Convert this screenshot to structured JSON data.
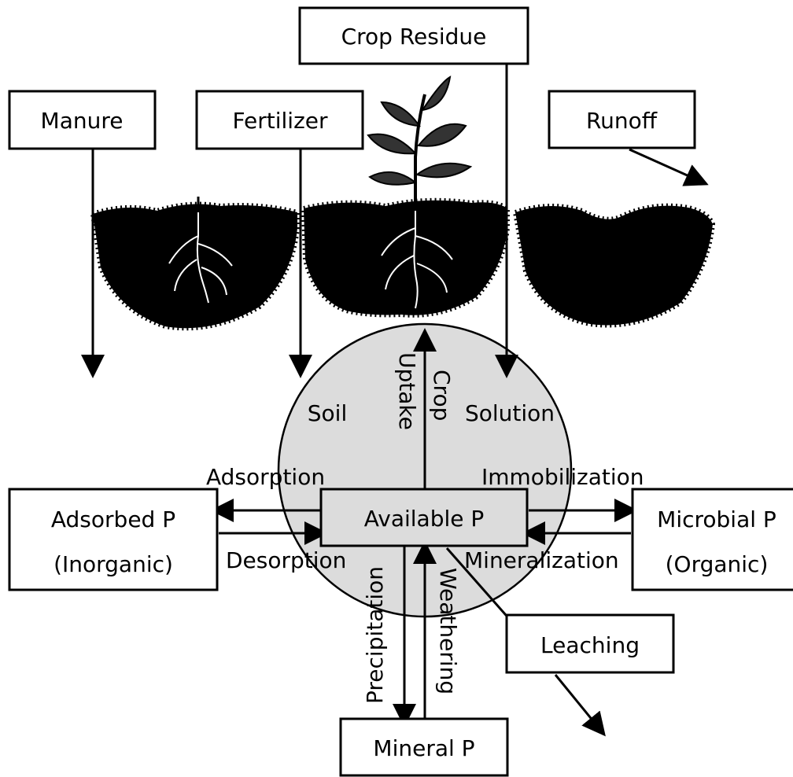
{
  "boxes": {
    "crop_residue": "Crop Residue",
    "manure": "Manure",
    "fertilizer": "Fertilizer",
    "runoff": "Runoff",
    "available_p": "Available P",
    "adsorbed_p": [
      "Adsorbed P",
      "(Inorganic)"
    ],
    "microbial_p": [
      "Microbial P",
      "(Organic)"
    ],
    "leaching": "Leaching",
    "mineral_p": "Mineral P"
  },
  "pool": {
    "soil": "Soil",
    "solution": "Solution"
  },
  "flows": {
    "crop_uptake": [
      "Crop",
      "Uptake"
    ],
    "adsorption": "Adsorption",
    "desorption": "Desorption",
    "immobilization": "Immobilization",
    "mineralization": "Mineralization",
    "precipitation": "Precipitation",
    "weathering": "Weathering"
  },
  "colors": {
    "soil_solution_fill": "#dcdcdc",
    "ink": "#000000",
    "box_fill": "#ffffff"
  },
  "icons": [
    "plant-icon",
    "root-icon",
    "soil-icon"
  ]
}
